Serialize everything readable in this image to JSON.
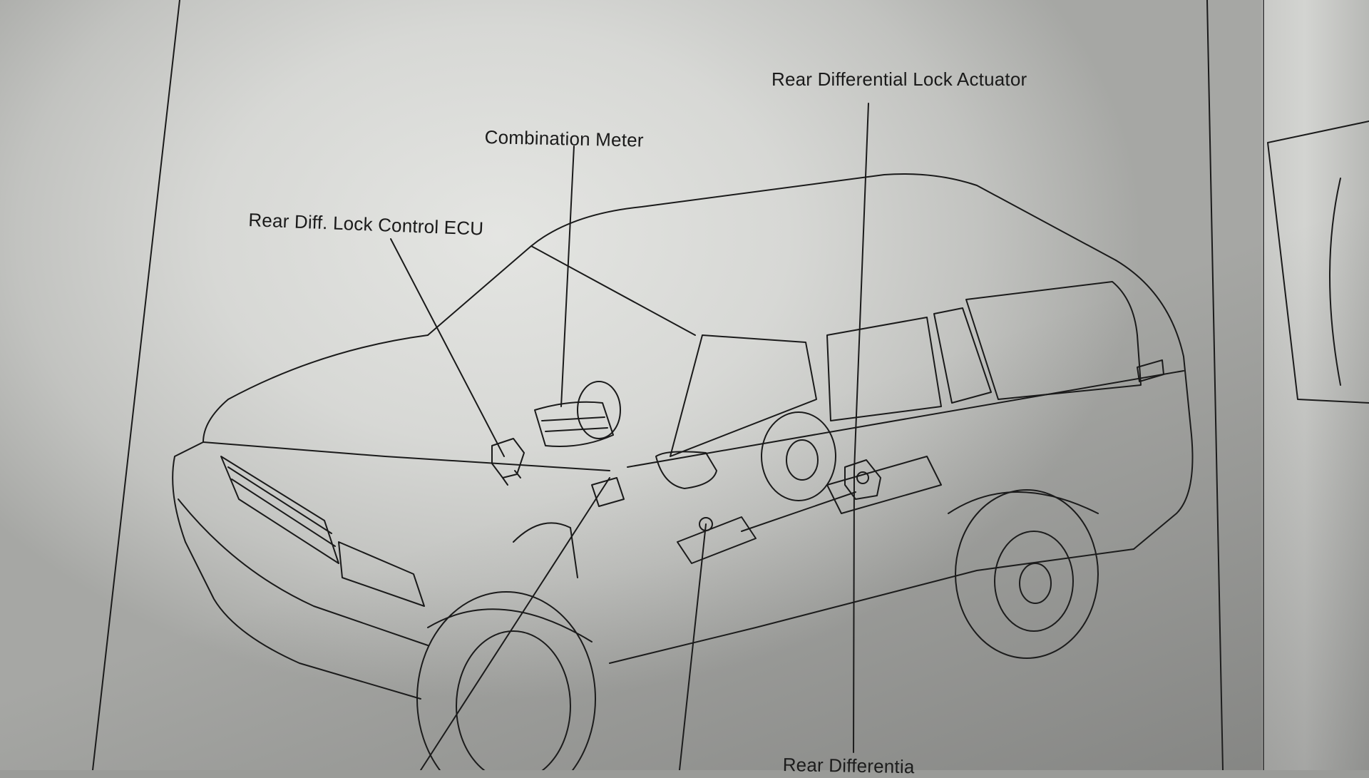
{
  "diagram": {
    "labels": {
      "rear_diff_lock_control_ecu": "Rear Diff. Lock Control ECU",
      "combination_meter": "Combination Meter",
      "rear_differential_lock_actuator": "Rear Differential Lock Actuator",
      "rear_differential_bottom_partial": "Rear Differentia"
    }
  },
  "colors": {
    "ink": "#1a1a1a",
    "paper": "#dcddda"
  }
}
